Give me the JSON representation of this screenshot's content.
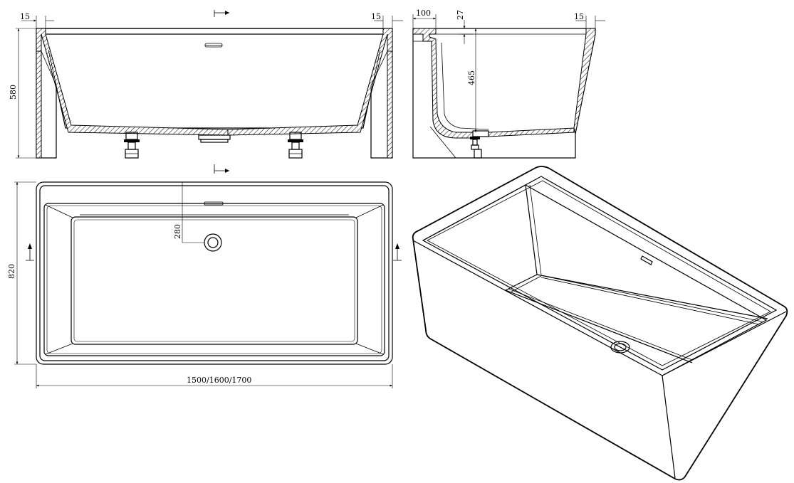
{
  "drawing": {
    "front_view": {
      "dim_top_left": "15",
      "dim_top_right": "15",
      "dim_height": "580"
    },
    "side_view": {
      "dim_rim_width": "100",
      "dim_rim_thickness": "27",
      "dim_inner_depth": "465",
      "dim_top_right": "15"
    },
    "top_view": {
      "dim_width": "820",
      "dim_drain_offset": "280",
      "dim_length": "1500/1600/1700"
    },
    "perspective_view": {}
  }
}
